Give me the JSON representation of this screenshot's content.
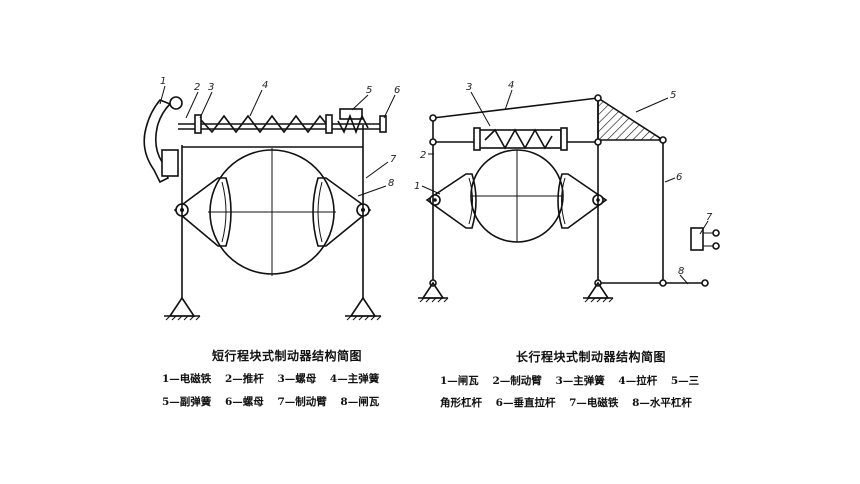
{
  "left_figure": {
    "caption": "短行程块式制动器结构简图",
    "labels": [
      "1",
      "2",
      "3",
      "4",
      "5",
      "6",
      "7",
      "8"
    ],
    "legend_rows": [
      [
        "1—电磁铁",
        "2—推杆",
        "3—螺母",
        "4—主弹簧"
      ],
      [
        "5—副弹簧",
        "6—螺母",
        "7—制动臂",
        "8—闸瓦"
      ]
    ]
  },
  "right_figure": {
    "caption": "长行程块式制动器结构简图",
    "labels": [
      "1",
      "2",
      "3",
      "4",
      "5",
      "6",
      "7",
      "8"
    ],
    "legend_rows": [
      [
        "1—闸瓦",
        "2—制动臂",
        "3—主弹簧",
        "4—拉杆",
        "5—三"
      ],
      [
        "角形杠杆",
        "6—垂直拉杆",
        "7—电磁铁",
        "8—水平杠杆"
      ]
    ]
  }
}
